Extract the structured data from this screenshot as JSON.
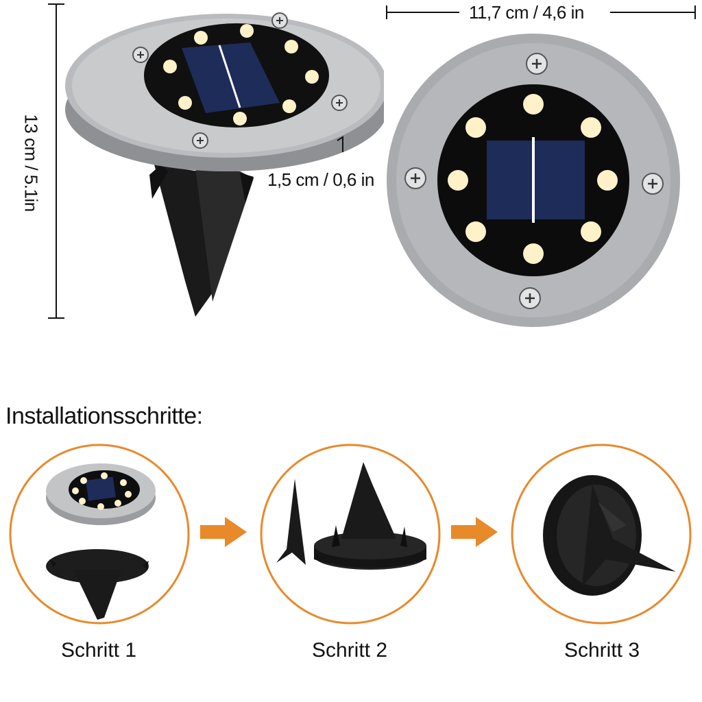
{
  "dimensions": {
    "width_label": "11,7 cm / 4,6 in",
    "height_label": "13 cm / 5.1in",
    "depth_label": "1,5 cm / 0,6 in"
  },
  "installation": {
    "title": "Installationsschritte:",
    "steps": [
      {
        "label": "Schritt 1"
      },
      {
        "label": "Schritt 2"
      },
      {
        "label": "Schritt 3"
      }
    ]
  },
  "colors": {
    "accent_orange": "#e8892a",
    "steel": "#a9abae",
    "led_glow": "#fff1c8",
    "solar_blue": "#1e2c5a",
    "stake_black": "#1a1a1a"
  },
  "icons": [
    "screw-icon",
    "led-star-icon",
    "solar-panel-icon",
    "arrow-right-icon"
  ]
}
